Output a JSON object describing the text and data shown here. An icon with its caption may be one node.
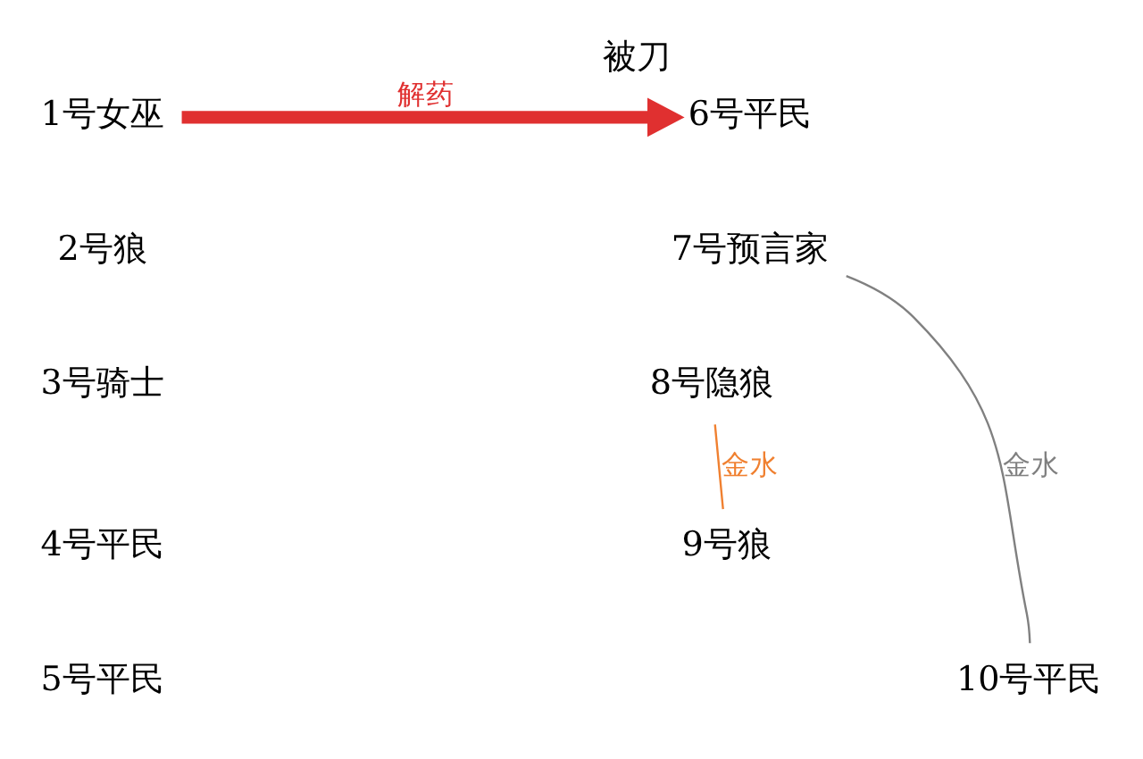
{
  "diagram": {
    "nodes": [
      {
        "text": [
          "1号女巫"
        ]
      },
      {
        "text": [
          "2号狼"
        ]
      },
      {
        "text": [
          "3号骑士"
        ]
      },
      {
        "text": [
          "4号平民"
        ]
      },
      {
        "text": [
          "5号平民"
        ]
      },
      {
        "text": [
          "6号平民"
        ],
        "beside": [
          "被刀"
        ]
      },
      {
        "text": [
          "7号预言家"
        ]
      },
      {
        "text": [
          "8号隐狼"
        ]
      },
      {
        "text": [
          "9号狼"
        ]
      },
      {
        "text": [
          "10号平民"
        ]
      }
    ],
    "edges": [
      {
        "from": 0,
        "to": 5,
        "arrow": "to",
        "label": "解药",
        "style": "thick",
        "color": "#e03030"
      },
      {
        "from": 6,
        "to": 9,
        "arrow": "none",
        "label": "金水",
        "color": "#808080"
      },
      {
        "from": 7,
        "to": 8,
        "arrow": "none",
        "label": "金水",
        "color": "#f08030"
      }
    ]
  }
}
